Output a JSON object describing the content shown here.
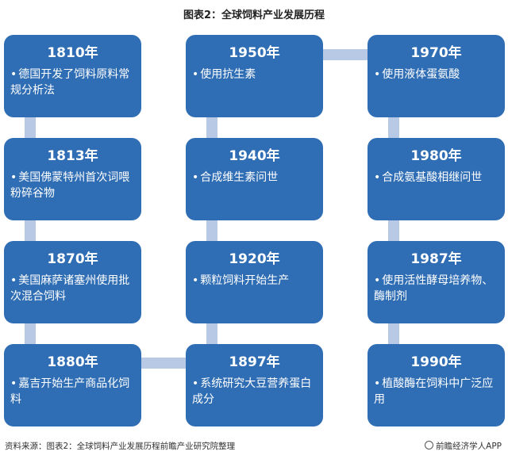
{
  "title": "图表2：全球饲料产业发展历程",
  "cards": [
    {
      "year": "1810年",
      "desc": "德国开发了饲料原料常规分析法"
    },
    {
      "year": "1813年",
      "desc": "美国佛蒙特州首次词喂粉碎谷物"
    },
    {
      "year": "1870年",
      "desc": "美国麻萨诸塞州使用批次混合饲料"
    },
    {
      "year": "1880年",
      "desc": "嘉吉开始生产商品化饲料"
    },
    {
      "year": "1950年",
      "desc": "使用抗生素"
    },
    {
      "year": "1940年",
      "desc": "合成维生素问世"
    },
    {
      "year": "1920年",
      "desc": "颗粒饲料开始生产"
    },
    {
      "year": "1897年",
      "desc": "系统研究大豆营养蛋白成分"
    },
    {
      "year": "1970年",
      "desc": "使用液体蛋氨酸"
    },
    {
      "year": "1980年",
      "desc": "合成氨基酸相继问世"
    },
    {
      "year": "1987年",
      "desc": "使用活性酵母培养物、酶制剂"
    },
    {
      "year": "1990年",
      "desc": "植酸酶在饲料中广泛应用"
    }
  ],
  "footer": {
    "source": "资料来源：图表2：全球饲料产业发展历程前瞻产业研究院整理",
    "brand": "前瞻经济学人APP"
  }
}
